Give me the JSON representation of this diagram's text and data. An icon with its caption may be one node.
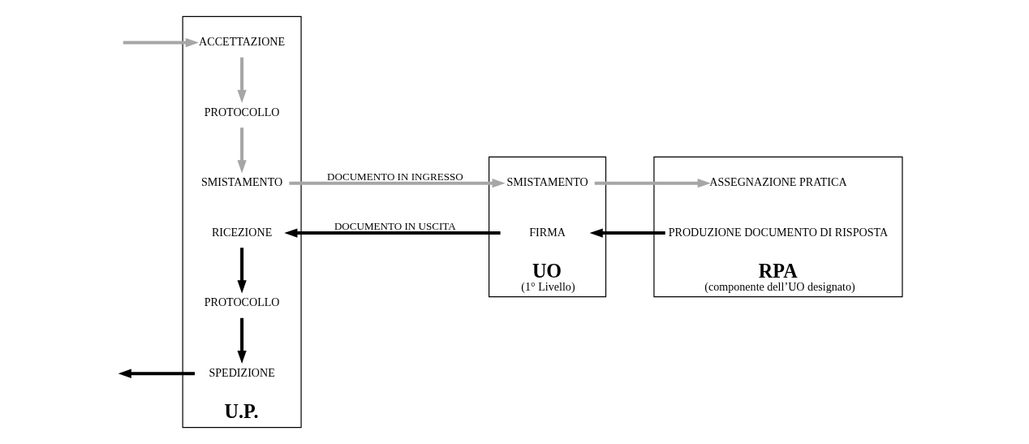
{
  "diagram": {
    "nodes": [
      {
        "text": [
          "U.P."
        ]
      },
      {
        "text": [
          "ACCETTAZIONE"
        ],
        "in": 0
      },
      {
        "text": [
          "PROTOCOLLO"
        ],
        "in": 0
      },
      {
        "text": [
          "SMISTAMENTO"
        ],
        "in": 0
      },
      {
        "text": [
          "RICEZIONE"
        ],
        "in": 0
      },
      {
        "text": [
          "PROTOCOLLO"
        ],
        "in": 0
      },
      {
        "text": [
          "SPEDIZIONE"
        ],
        "in": 0
      },
      {
        "text": [
          "UO"
        ],
        "beside": [
          "(1° Livello)"
        ]
      },
      {
        "text": [
          "SMISTAMENTO"
        ],
        "in": 7
      },
      {
        "text": [
          "FIRMA"
        ],
        "in": 7
      },
      {
        "text": [
          "RPA"
        ],
        "beside": [
          "(componente dell’UO designato)"
        ]
      },
      {
        "text": [
          "ASSEGNAZIONE PRATICA"
        ],
        "in": 10
      },
      {
        "text": [
          "PRODUZIONE DOCUMENTO DI RISPOSTA"
        ],
        "in": 10
      }
    ],
    "edges": [
      {
        "from": null,
        "to": 1,
        "arrow": "to",
        "color": "#a6a6a6"
      },
      {
        "from": 1,
        "to": 2,
        "arrow": "to",
        "color": "#a6a6a6"
      },
      {
        "from": 2,
        "to": 3,
        "arrow": "to",
        "color": "#a6a6a6"
      },
      {
        "from": 4,
        "to": 5,
        "arrow": "to",
        "color": "#000000"
      },
      {
        "from": 5,
        "to": 6,
        "arrow": "to",
        "color": "#000000"
      },
      {
        "from": 3,
        "to": 8,
        "label": "DOCUMENTO IN INGRESSO",
        "arrow": "to",
        "color": "#a6a6a6"
      },
      {
        "from": 8,
        "to": 11,
        "arrow": "to",
        "color": "#a6a6a6"
      },
      {
        "from": 12,
        "to": 9,
        "arrow": "to",
        "color": "#000000"
      },
      {
        "from": 9,
        "to": 4,
        "label": "DOCUMENTO IN USCITA",
        "arrow": "to",
        "color": "#000000"
      },
      {
        "from": 6,
        "to": null,
        "arrow": "to",
        "color": "#000000"
      }
    ]
  }
}
